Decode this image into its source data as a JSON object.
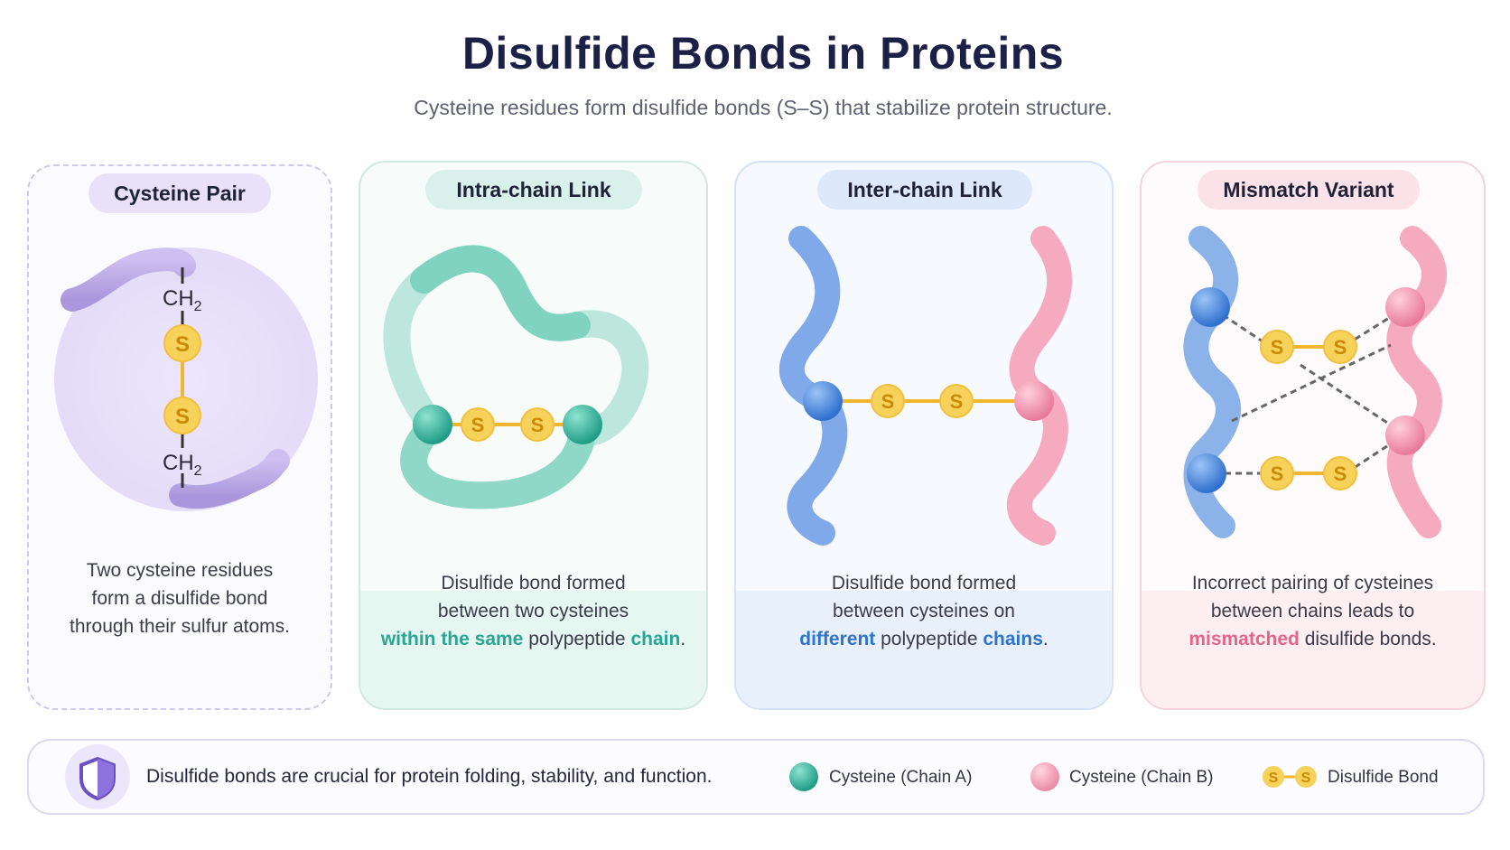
{
  "header": {
    "title": "Disulfide Bonds in Proteins",
    "subtitle": "Cysteine residues form disulfide bonds (S–S) that stabilize protein structure."
  },
  "atoms": {
    "sulfur": "S",
    "ch2": "CH",
    "ch2_sub": "2"
  },
  "panels": [
    {
      "title": "Cysteine Pair",
      "desc_lines": [
        "Two cysteine residues",
        "form a disulfide bond",
        "through their sulfur atoms."
      ]
    },
    {
      "title": "Intra-chain Link",
      "desc_lines": [
        "Disulfide bond formed",
        "between two cysteines"
      ],
      "desc_last": {
        "hl1": "within the same",
        "mid": " polypeptide ",
        "hl2": "chain",
        "end": "."
      }
    },
    {
      "title": "Inter-chain Link",
      "desc_lines": [
        "Disulfide bond formed",
        "between cysteines on"
      ],
      "desc_last": {
        "hl1": "different",
        "mid": " polypeptide ",
        "hl2": "chains",
        "end": "."
      }
    },
    {
      "title": "Mismatch Variant",
      "desc_lines": [
        "Incorrect pairing of cysteines",
        "between chains leads to"
      ],
      "desc_last": {
        "hl1": "mismatched",
        "mid": " disulfide bonds.",
        "hl2": "",
        "end": ""
      }
    }
  ],
  "footer": {
    "text": "Disulfide bonds are crucial for protein folding, stability, and function.",
    "icon": "shield-icon",
    "legend": [
      {
        "label": "Cysteine (Chain A)",
        "color": "#3fbfa8"
      },
      {
        "label": "Cysteine (Chain B)",
        "color": "#f3a5b8"
      },
      {
        "label": "Disulfide Bond",
        "color": "#f5c842"
      }
    ]
  },
  "colors": {
    "teal": "#43c0a8",
    "blue": "#4a8de0",
    "pink": "#f29bb3",
    "purple": "#b9a8e2",
    "sulfur": "#f7d25a",
    "bond": "#f0b62e"
  }
}
